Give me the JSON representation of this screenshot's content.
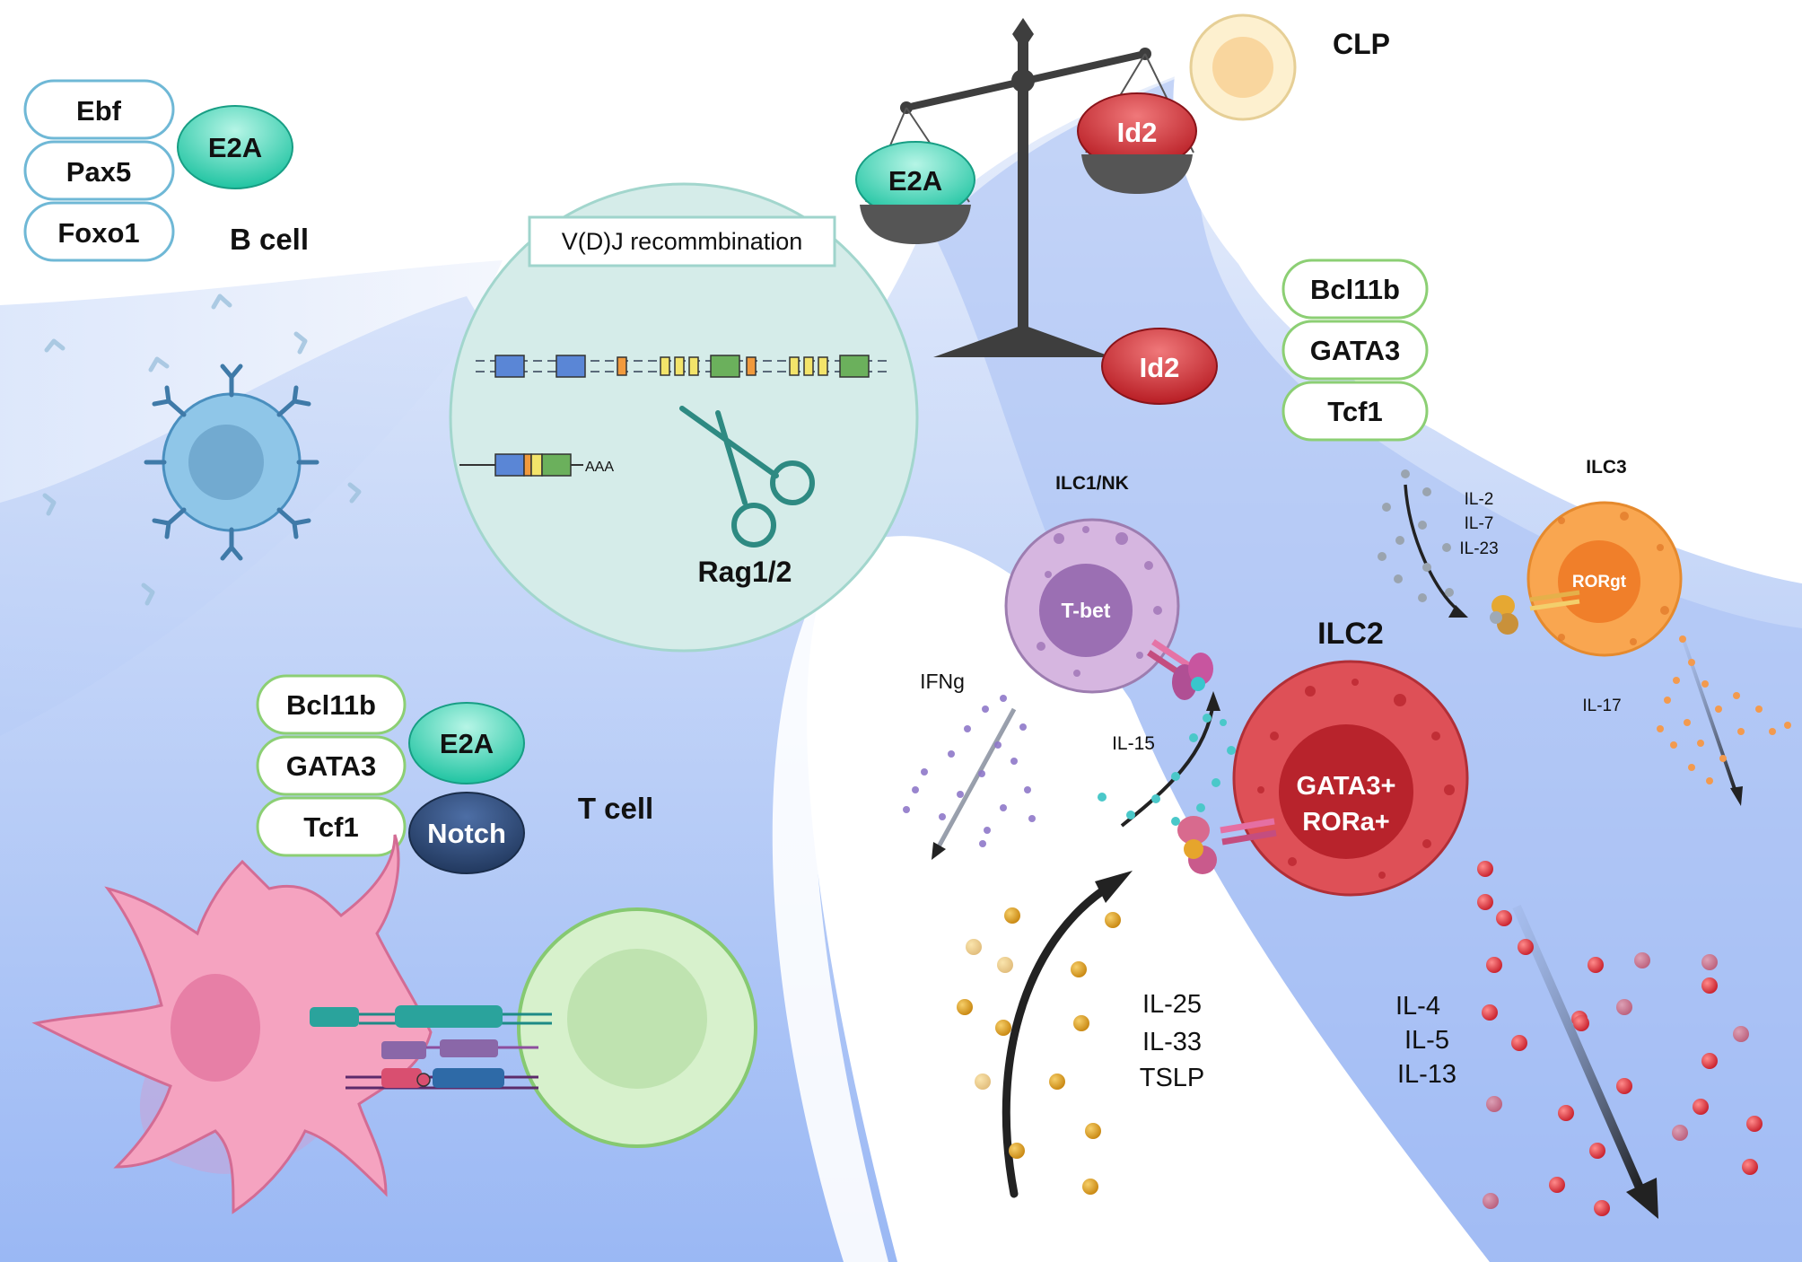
{
  "b_cell": {
    "label": "B cell",
    "factors": [
      "Ebf",
      "Pax5",
      "Foxo1"
    ],
    "partner": "E2A"
  },
  "t_cell": {
    "label": "T cell",
    "factors": [
      "Bcl11b",
      "GATA3",
      "Tcf1"
    ],
    "partners": [
      "E2A",
      "Notch"
    ]
  },
  "vdj": {
    "title": "V(D)J recommbination",
    "transcript_tail": "AAA",
    "enzyme": "Rag1/2"
  },
  "balance": {
    "left": "E2A",
    "right": "Id2",
    "base": "Id2"
  },
  "clp": {
    "label": "CLP"
  },
  "ilc_factors": [
    "Bcl11b",
    "GATA3",
    "Tcf1"
  ],
  "ilc1": {
    "label": "ILC1/NK",
    "nucleus": "T-bet",
    "input": "IL-15",
    "output": "IFNg"
  },
  "ilc2": {
    "label": "ILC2",
    "nucleus_line1": "GATA3+",
    "nucleus_line2": "RORa+",
    "inputs": [
      "IL-25",
      "IL-33",
      "TSLP"
    ],
    "outputs": [
      "IL-4",
      "IL-5",
      "IL-13"
    ]
  },
  "ilc3": {
    "label": "ILC3",
    "nucleus": "RORgt",
    "inputs": [
      "IL-2",
      "IL-7",
      "IL-23"
    ],
    "output": "IL-17"
  },
  "colors": {
    "background_blue": "#a9c0f5",
    "b_factor_border": "#6fb8d6",
    "t_factor_border": "#8ccf74",
    "e2a": "#2fd1b0",
    "id2": "#c9262b",
    "notch": "#2c4a7a",
    "ilc1": "#c9a6d6",
    "ilc2": "#d8434a",
    "ilc3": "#f7a04a"
  }
}
